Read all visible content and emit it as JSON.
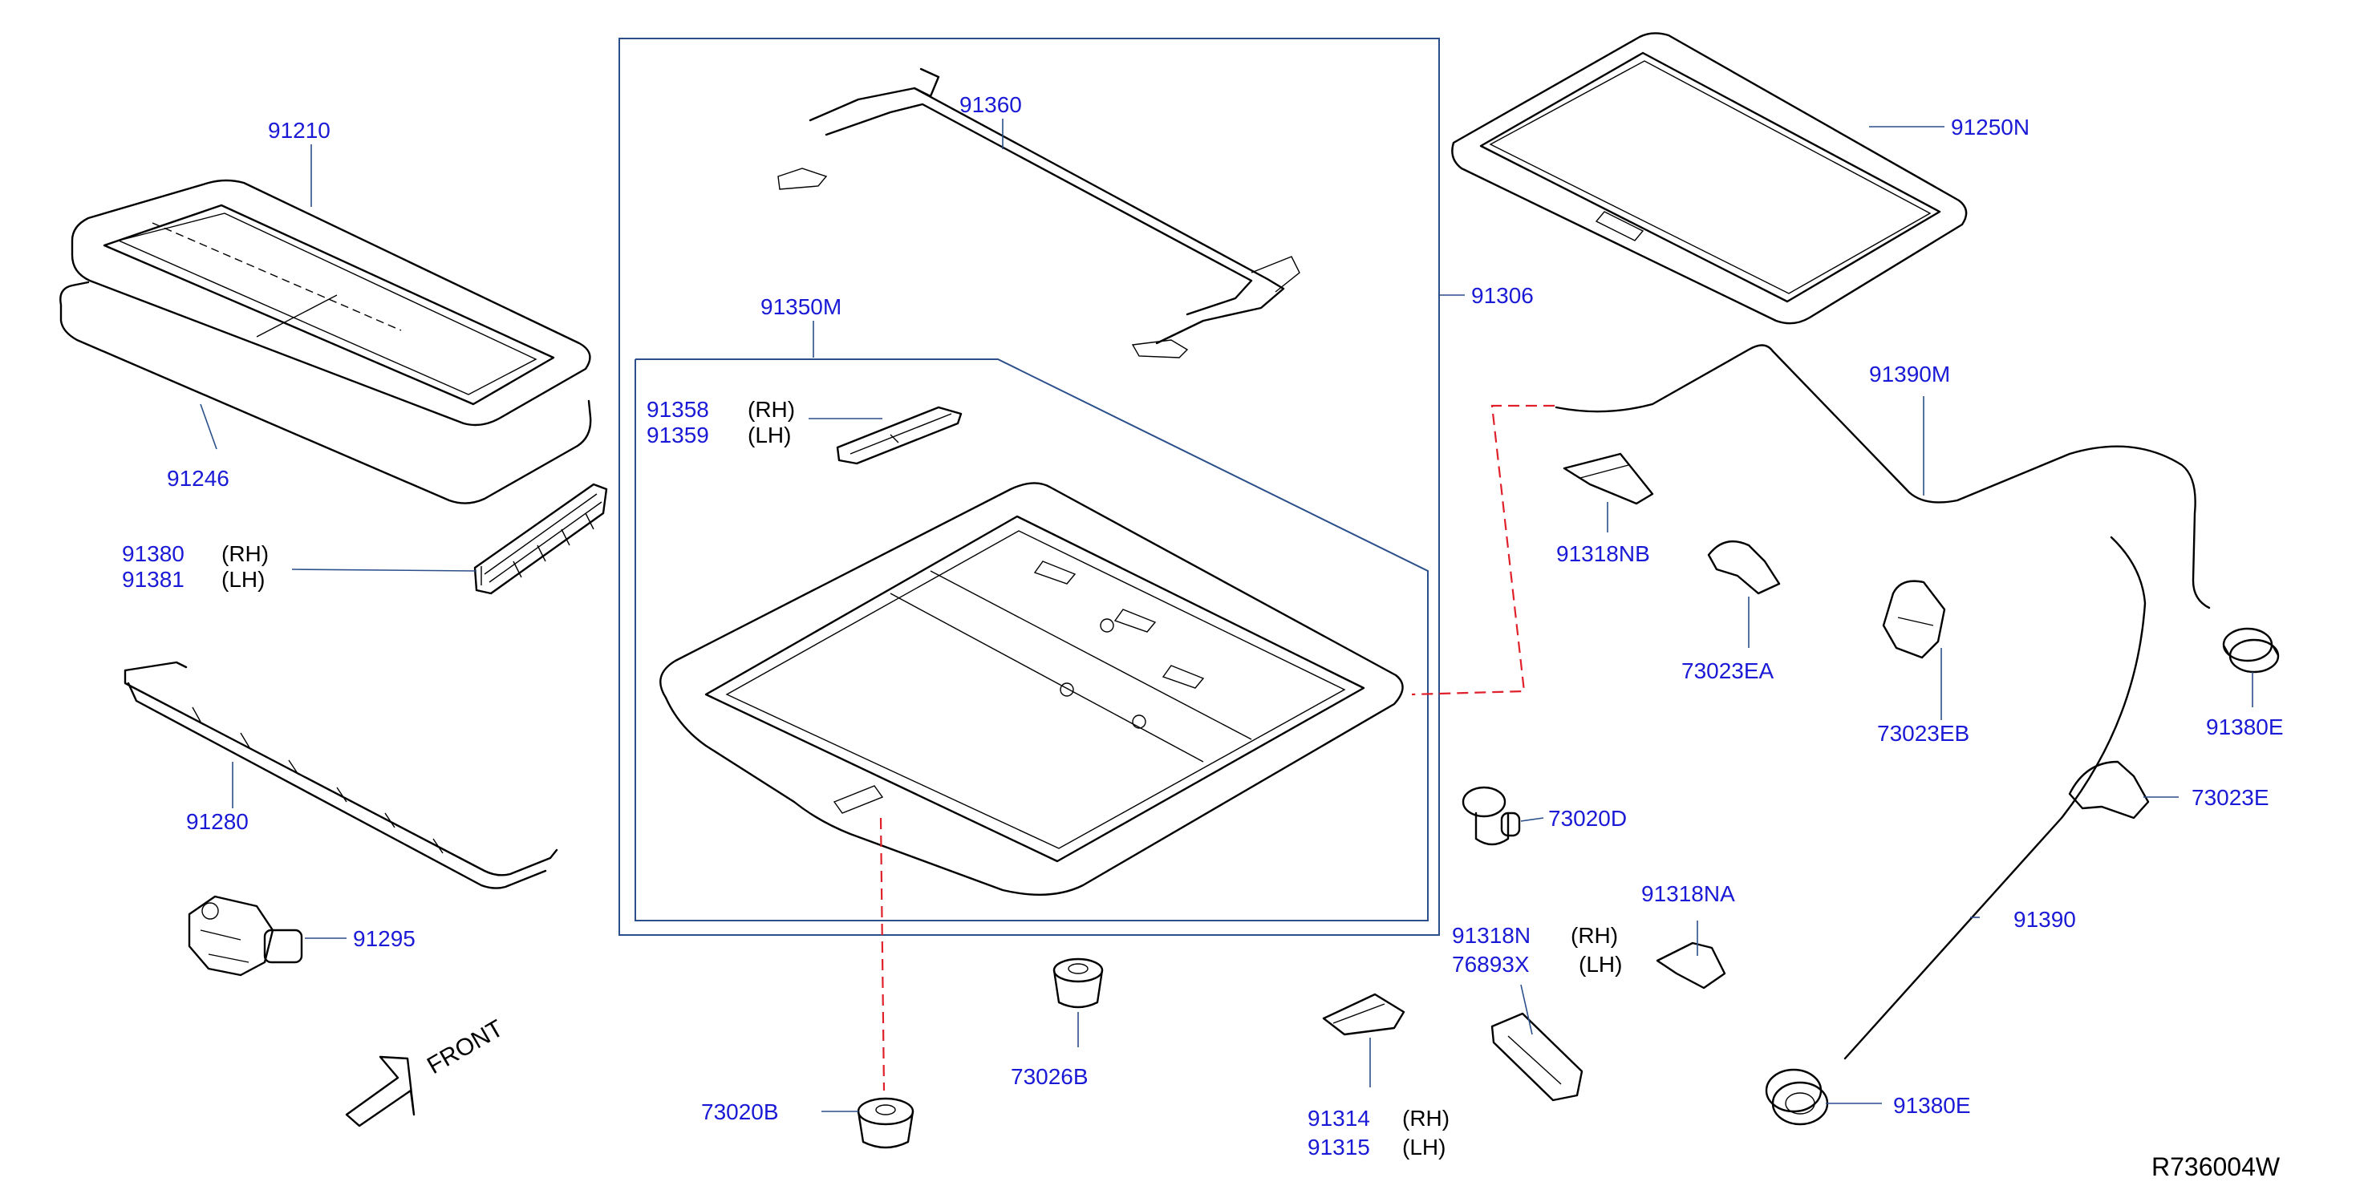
{
  "parts": {
    "p91210": "91210",
    "p91246": "91246",
    "p91380": "91380",
    "p91381": "91381",
    "p91280": "91280",
    "p91295": "91295",
    "p91360": "91360",
    "p91350M": "91350M",
    "p91358": "91358",
    "p91359": "91359",
    "p91306": "91306",
    "p91250N": "91250N",
    "p91390M": "91390M",
    "p91318NB": "91318NB",
    "p73023EA": "73023EA",
    "p73023EB": "73023EB",
    "p91380E_top": "91380E",
    "p73023E": "73023E",
    "p73020D": "73020D",
    "p91318NA": "91318NA",
    "p91318N": "91318N",
    "p76893X": "76893X",
    "p91390": "91390",
    "p91380E_bottom": "91380E",
    "p91314": "91314",
    "p91315": "91315",
    "p73026B": "73026B",
    "p73020B": "73020B"
  },
  "sides": {
    "rh": "(RH)",
    "lh": "(LH)"
  },
  "front_label": "FRONT",
  "diagram_code": "R736004W",
  "colors": {
    "label": "#1a1ad6",
    "leader": "#2a4f8a",
    "dashed": "#e0202a"
  }
}
